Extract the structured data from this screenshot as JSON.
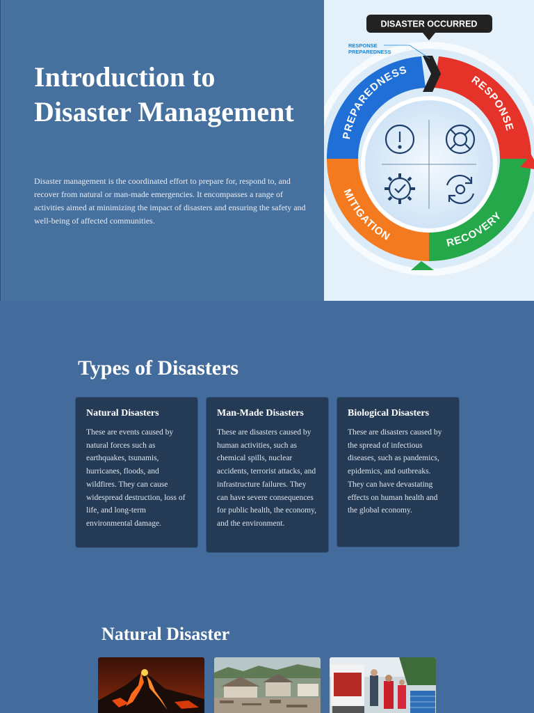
{
  "hero": {
    "title_line1": "Introduction to",
    "title_line2": "Disaster Management",
    "description": "Disaster management is the coordinated effort to prepare for, respond to, and recover from natural or man-made emergencies. It encompasses a range of activities aimed at minimizing the impact of disasters and ensuring the safety and well-being of affected communities.",
    "diagram": {
      "banner": "DISASTER OCCURRED",
      "small_label_1": "RESPONSE",
      "small_label_2": "PREPAREDNESS",
      "segments": [
        "PREPAREDNESS",
        "RESPONSE",
        "RECOVERY",
        "MITIGATION"
      ],
      "segment_colors": [
        "#1f6fd6",
        "#e5332a",
        "#25a84a",
        "#f47a20"
      ],
      "icons": [
        "alert-icon",
        "lifebuoy-icon",
        "gear-check-icon",
        "refresh-icon"
      ]
    }
  },
  "types": {
    "heading": "Types of Disasters",
    "cards": [
      {
        "title": "Natural Disasters",
        "text": "These are events caused by natural forces such as earthquakes, tsunamis, hurricanes, floods, and wildfires. They can cause widespread destruction, loss of life, and long-term environmental damage."
      },
      {
        "title": "Man-Made Disasters",
        "text": "These are disasters caused by human activities, such as chemical spills, nuclear accidents, terrorist attacks, and infrastructure failures. They can have severe consequences for public health, the economy, and the environment."
      },
      {
        "title": "Biological Disasters",
        "text": "These are disasters caused by the spread of infectious diseases, such as pandemics, epidemics, and outbreaks. They can have devastating effects on human health and the global economy."
      }
    ]
  },
  "natural": {
    "heading": "Natural Disaster",
    "photos": [
      "volcano-photo",
      "storm-damage-photo",
      "relief-workers-photo"
    ]
  }
}
